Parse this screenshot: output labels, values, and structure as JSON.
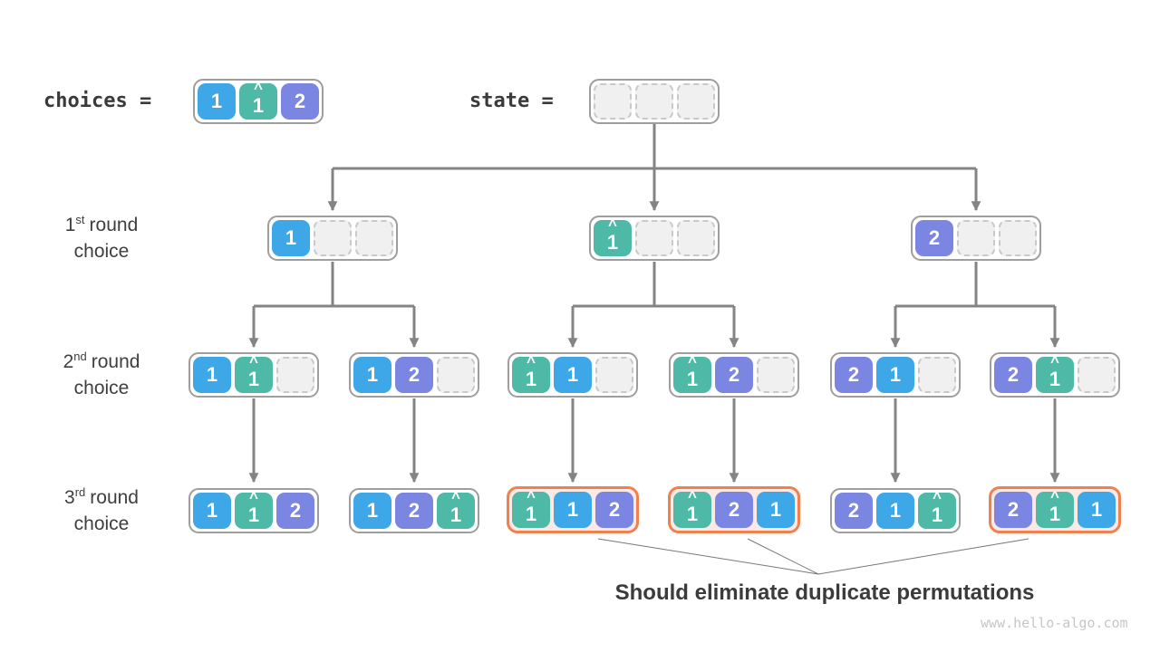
{
  "header": {
    "choices_label": "choices =",
    "state_label": "state ="
  },
  "colors": {
    "blue": "#3ea7e8",
    "teal": "#4db9a6",
    "purple": "#7b86e2",
    "orange_border": "#f0804e",
    "orange_fill": "#fce9e5",
    "box_border": "#9e9e9e",
    "arrow_gray": "#848484",
    "callout_gray": "#777777",
    "empty_fill": "#f0f0f0",
    "empty_border": "#c9c9c9"
  },
  "choices_box": {
    "cells": [
      {
        "value": "1",
        "hat": false,
        "color": "blue"
      },
      {
        "value": "1",
        "hat": true,
        "color": "teal"
      },
      {
        "value": "2",
        "hat": false,
        "color": "purple"
      }
    ]
  },
  "state_box": {
    "cells": [
      null,
      null,
      null
    ]
  },
  "row_labels": [
    {
      "num": "1",
      "sup": "st",
      "rest": "round",
      "line2": "choice"
    },
    {
      "num": "2",
      "sup": "nd",
      "rest": "round",
      "line2": "choice"
    },
    {
      "num": "3",
      "sup": "rd",
      "rest": "round",
      "line2": "choice"
    }
  ],
  "levels": {
    "level1": [
      {
        "cells": [
          {
            "value": "1",
            "hat": false,
            "color": "blue"
          },
          null,
          null
        ],
        "duplicate": false
      },
      {
        "cells": [
          {
            "value": "1",
            "hat": true,
            "color": "teal"
          },
          null,
          null
        ],
        "duplicate": false
      },
      {
        "cells": [
          {
            "value": "2",
            "hat": false,
            "color": "purple"
          },
          null,
          null
        ],
        "duplicate": false
      }
    ],
    "level2": [
      {
        "cells": [
          {
            "value": "1",
            "hat": false,
            "color": "blue"
          },
          {
            "value": "1",
            "hat": true,
            "color": "teal"
          },
          null
        ],
        "duplicate": false
      },
      {
        "cells": [
          {
            "value": "1",
            "hat": false,
            "color": "blue"
          },
          {
            "value": "2",
            "hat": false,
            "color": "purple"
          },
          null
        ],
        "duplicate": false
      },
      {
        "cells": [
          {
            "value": "1",
            "hat": true,
            "color": "teal"
          },
          {
            "value": "1",
            "hat": false,
            "color": "blue"
          },
          null
        ],
        "duplicate": false
      },
      {
        "cells": [
          {
            "value": "1",
            "hat": true,
            "color": "teal"
          },
          {
            "value": "2",
            "hat": false,
            "color": "purple"
          },
          null
        ],
        "duplicate": false
      },
      {
        "cells": [
          {
            "value": "2",
            "hat": false,
            "color": "purple"
          },
          {
            "value": "1",
            "hat": false,
            "color": "blue"
          },
          null
        ],
        "duplicate": false
      },
      {
        "cells": [
          {
            "value": "2",
            "hat": false,
            "color": "purple"
          },
          {
            "value": "1",
            "hat": true,
            "color": "teal"
          },
          null
        ],
        "duplicate": false
      }
    ],
    "level3": [
      {
        "cells": [
          {
            "value": "1",
            "hat": false,
            "color": "blue"
          },
          {
            "value": "1",
            "hat": true,
            "color": "teal"
          },
          {
            "value": "2",
            "hat": false,
            "color": "purple"
          }
        ],
        "duplicate": false
      },
      {
        "cells": [
          {
            "value": "1",
            "hat": false,
            "color": "blue"
          },
          {
            "value": "2",
            "hat": false,
            "color": "purple"
          },
          {
            "value": "1",
            "hat": true,
            "color": "teal"
          }
        ],
        "duplicate": false
      },
      {
        "cells": [
          {
            "value": "1",
            "hat": true,
            "color": "teal"
          },
          {
            "value": "1",
            "hat": false,
            "color": "blue"
          },
          {
            "value": "2",
            "hat": false,
            "color": "purple"
          }
        ],
        "duplicate": true
      },
      {
        "cells": [
          {
            "value": "1",
            "hat": true,
            "color": "teal"
          },
          {
            "value": "2",
            "hat": false,
            "color": "purple"
          },
          {
            "value": "1",
            "hat": false,
            "color": "blue"
          }
        ],
        "duplicate": true
      },
      {
        "cells": [
          {
            "value": "2",
            "hat": false,
            "color": "purple"
          },
          {
            "value": "1",
            "hat": false,
            "color": "blue"
          },
          {
            "value": "1",
            "hat": true,
            "color": "teal"
          }
        ],
        "duplicate": false
      },
      {
        "cells": [
          {
            "value": "2",
            "hat": false,
            "color": "purple"
          },
          {
            "value": "1",
            "hat": true,
            "color": "teal"
          },
          {
            "value": "1",
            "hat": false,
            "color": "blue"
          }
        ],
        "duplicate": true
      }
    ]
  },
  "footer": {
    "note": "Should eliminate duplicate permutations",
    "watermark": "www.hello-algo.com"
  }
}
